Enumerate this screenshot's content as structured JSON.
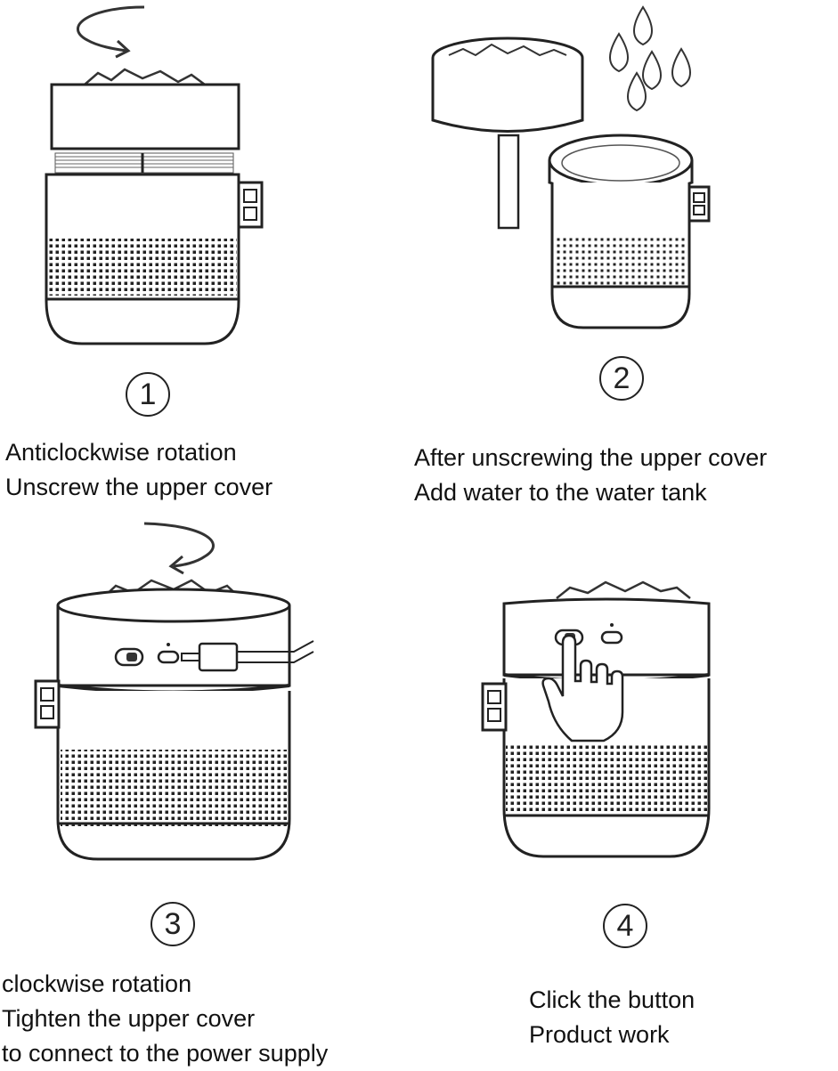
{
  "steps": [
    {
      "number": "1",
      "lines": [
        "Anticlockwise rotation",
        "Unscrew the upper cover"
      ]
    },
    {
      "number": "2",
      "lines": [
        "After unscrewing the upper cover",
        "Add water to the water tank"
      ]
    },
    {
      "number": "3",
      "lines": [
        "clockwise rotation",
        "Tighten the upper cover",
        "to connect to the power supply"
      ]
    },
    {
      "number": "4",
      "lines": [
        "Click the button",
        "Product work"
      ]
    }
  ],
  "icons": [
    "rotate-anticlockwise-arrow-icon",
    "water-drop-icon",
    "rotate-clockwise-arrow-icon",
    "usb-plug-icon",
    "hand-pointer-icon"
  ]
}
